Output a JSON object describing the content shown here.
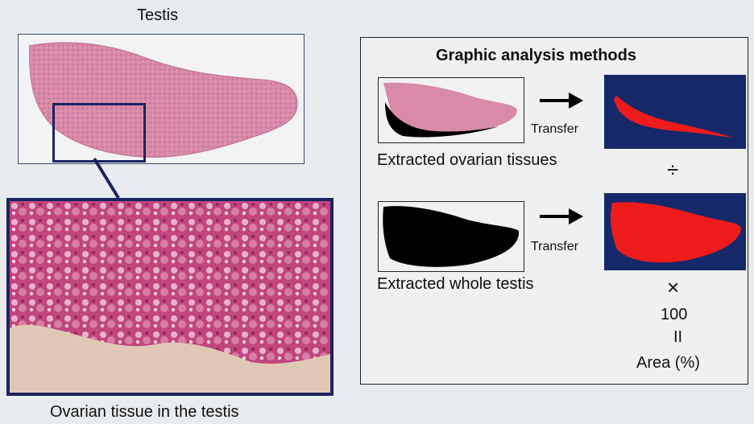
{
  "left_panel": {
    "title": "Testis",
    "caption": "Ovarian tissue in the testis"
  },
  "analysis": {
    "title": "Graphic analysis methods",
    "row1": {
      "transfer_label": "Transfer",
      "caption": "Extracted ovarian tissues"
    },
    "row2": {
      "transfer_label": "Transfer",
      "caption": "Extracted whole testis"
    },
    "divide_symbol": "÷",
    "times_symbol": "×",
    "multiplier": "100",
    "equals_symbol": "II",
    "result_label": "Area (%)"
  },
  "colors": {
    "tissue_pink": "#d98aa8",
    "tissue_magenta": "#c2457e",
    "highlight_red": "#ee1b1b",
    "navy": "#15286a",
    "frame_navy": "#1c2461"
  }
}
